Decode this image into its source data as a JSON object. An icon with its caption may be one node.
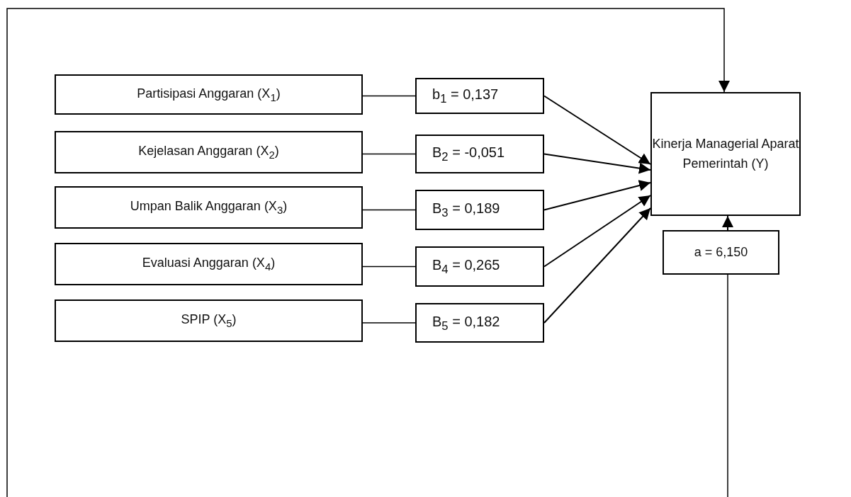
{
  "diagram": {
    "nodes": [
      {
        "text": [
          "Partisipasi Anggaran (X$_{1}$)"
        ]
      },
      {
        "text": [
          "Kejelasan Anggaran (X$_{2}$)"
        ]
      },
      {
        "text": [
          "Umpan Balik Anggaran (X$_{3}$)"
        ]
      },
      {
        "text": [
          "Evaluasi Anggaran (X$_{4}$)"
        ]
      },
      {
        "text": [
          "SPIP (X$_{5}$)"
        ]
      },
      {
        "text": [
          "b$_{1}$ = 0,137"
        ]
      },
      {
        "text": [
          "B$_{2}$ = -0,051"
        ]
      },
      {
        "text": [
          "B$_{3}$ = 0,189"
        ]
      },
      {
        "text": [
          "B$_{4}$ = 0,265"
        ]
      },
      {
        "text": [
          "B$_{5}$ = 0,182"
        ]
      },
      {
        "text": [
          "Kinerja Managerial Aparat Pemerintah (Y)"
        ]
      },
      {
        "text": [
          "a = 6,150"
        ]
      }
    ],
    "edges": [
      {
        "from": 0,
        "to": 5,
        "arrow": "none"
      },
      {
        "from": 1,
        "to": 6,
        "arrow": "none"
      },
      {
        "from": 2,
        "to": 7,
        "arrow": "none"
      },
      {
        "from": 3,
        "to": 8,
        "arrow": "none"
      },
      {
        "from": 4,
        "to": 9,
        "arrow": "none"
      },
      {
        "from": 5,
        "to": 10,
        "arrow": "to"
      },
      {
        "from": 6,
        "to": 10,
        "arrow": "to"
      },
      {
        "from": 7,
        "to": 10,
        "arrow": "to"
      },
      {
        "from": 8,
        "to": 10,
        "arrow": "to"
      },
      {
        "from": 9,
        "to": 10,
        "arrow": "to"
      },
      {
        "from": 11,
        "to": 10,
        "arrow": "to"
      },
      {
        "from": null,
        "to": 10,
        "arrow": "to"
      },
      {
        "from": null,
        "to": 11,
        "arrow": "none"
      }
    ]
  }
}
